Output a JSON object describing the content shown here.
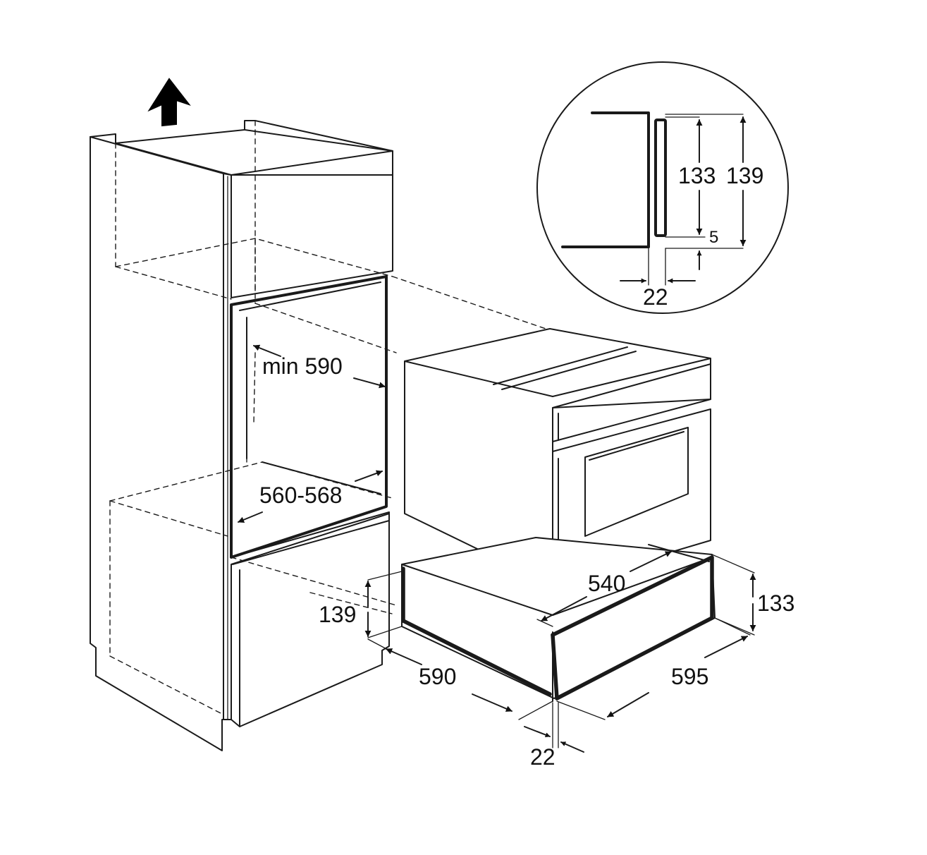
{
  "diagram": {
    "dimensions": {
      "niche_depth": "min 590",
      "niche_height": "560-568",
      "drawer_niche_height": "139",
      "drawer_depth_bottom": "590",
      "front_offset": "22",
      "drawer_inner_width": "540",
      "drawer_height": "133",
      "drawer_width": "595"
    },
    "detail": {
      "inner_height": "133",
      "outer_height": "139",
      "gap": "5",
      "offset": "22"
    },
    "colors": {
      "line": "#1a1a1a",
      "background": "#ffffff"
    }
  }
}
